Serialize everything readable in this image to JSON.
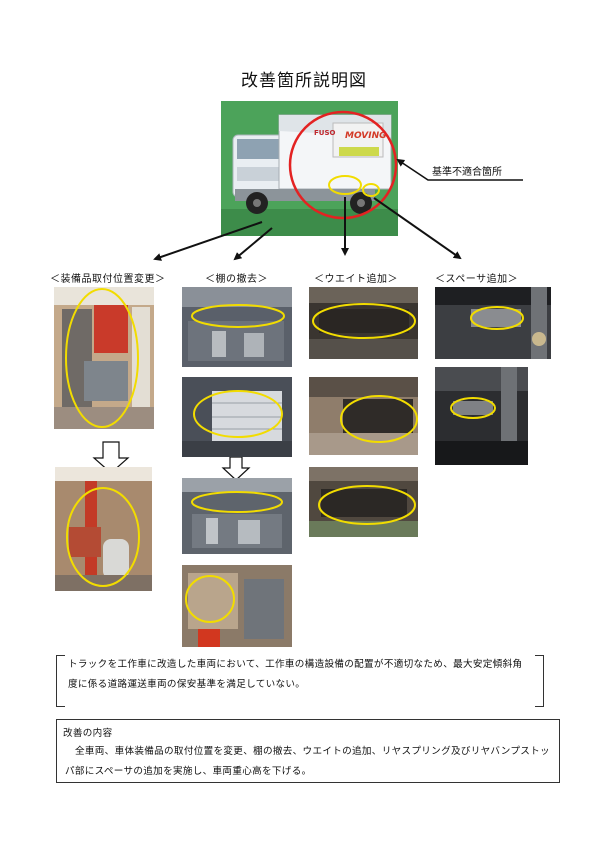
{
  "document": {
    "title": "改善箇所説明図",
    "callout_label": "基準不適合箇所",
    "sections": [
      "＜装備品取付位置変更＞",
      "＜棚の撤去＞",
      "＜ウエイト追加＞",
      "＜スペーサ追加＞"
    ],
    "truck_sign": {
      "brand": "FUSO",
      "slogan": "MOVING"
    },
    "problem_text": "トラックを工作車に改造した車両において、工作車の構造設備の配置が不適切なため、最大安定傾斜角度に係る道路運送車両の保安基準を満足していない。",
    "improvement": {
      "heading": "改善の内容",
      "text": "全車両、車体装備品の取付位置を変更、棚の撤去、ウエイトの追加、リヤスプリング及びリヤバンプストッパ部にスペーサの追加を実施し、車両重心高を下げる。"
    }
  }
}
